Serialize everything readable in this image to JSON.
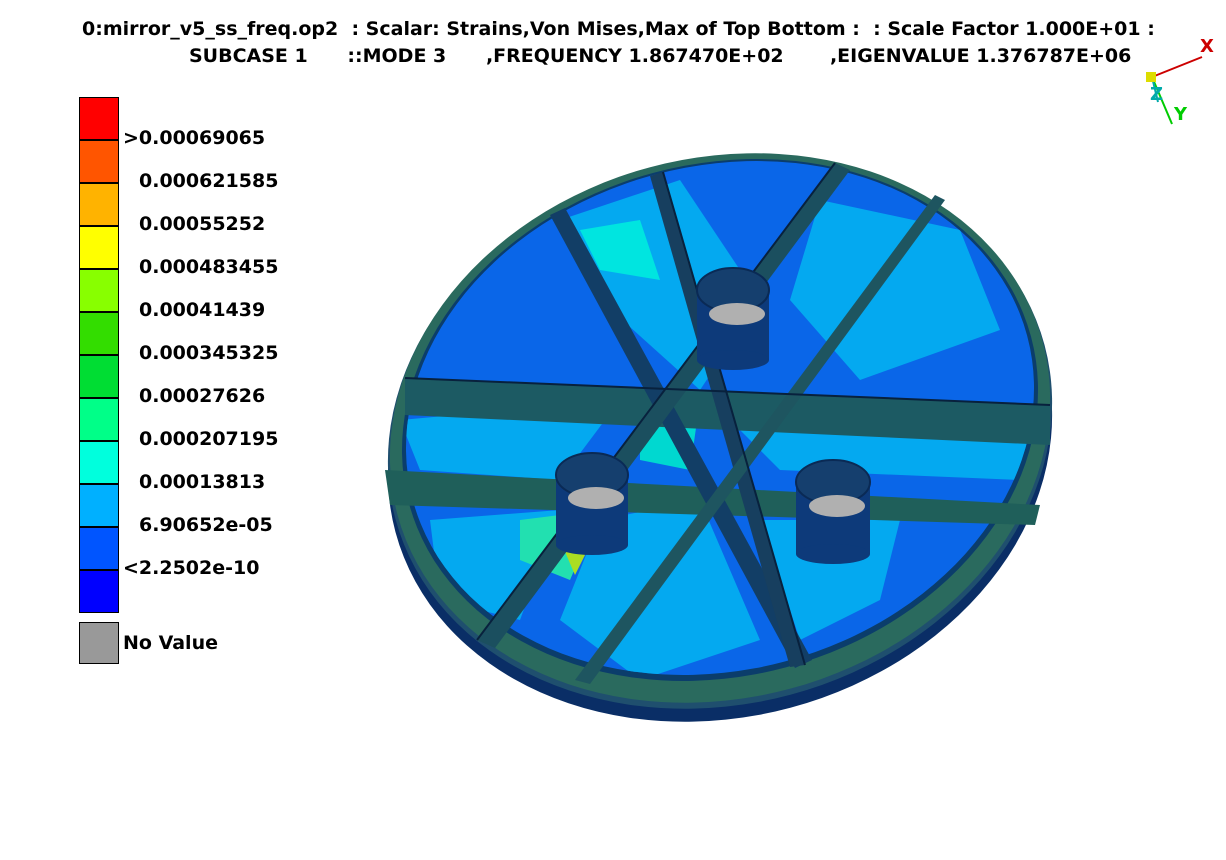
{
  "header": {
    "line1": "0:mirror_v5_ss_freq.op2  : Scalar: Strains,Von Mises,Max of Top Bottom :  : Scale Factor 1.000E+01 :",
    "line2": "SUBCASE 1      ::MODE 3      ,FREQUENCY 1.867470E+02       ,EIGENVALUE 1.376787E+06"
  },
  "legend": {
    "colors": [
      "#ff0000",
      "#ff5500",
      "#ffb300",
      "#ffff00",
      "#88ff00",
      "#33dd00",
      "#00dd33",
      "#00ff88",
      "#00ffdd",
      "#00b0ff",
      "#0055ff",
      "#0000ff"
    ],
    "labels": [
      ">0.00069065",
      "0.000621585",
      "0.00055252",
      "0.000483455",
      "0.00041439",
      "0.000345325",
      "0.00027626",
      "0.000207195",
      "0.00013813",
      "6.90652e-05",
      "<2.2502e-10"
    ],
    "no_value_label": "No Value",
    "no_value_color": "#999999"
  },
  "triad": {
    "x_label": "X",
    "y_label": "Y",
    "z_label": "Z",
    "x_color": "#cc0000",
    "y_color": "#00cc00",
    "z_color": "#00aaaa"
  }
}
